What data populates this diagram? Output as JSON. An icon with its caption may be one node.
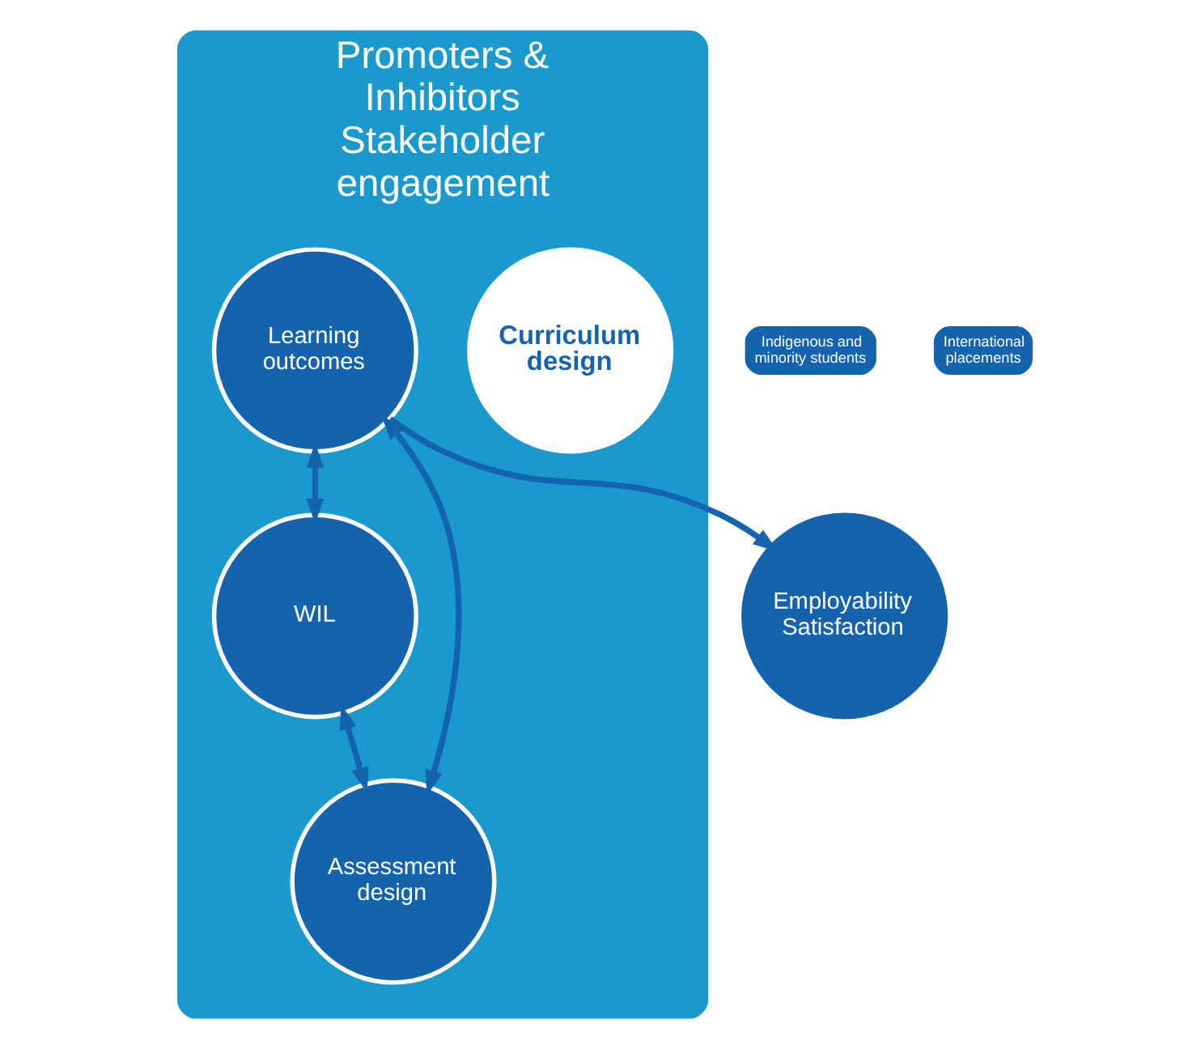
{
  "diagram": {
    "nodes": [
      {
        "text": [
          "Promoters & Inhibitors",
          "Stakeholder engagement"
        ]
      },
      {
        "text": [
          "Curriculum design"
        ],
        "in": 0
      },
      {
        "text": [
          "Learning outcomes"
        ],
        "in": 0
      },
      {
        "text": [
          "WIL"
        ],
        "in": 0
      },
      {
        "text": [
          "Assessment design"
        ],
        "in": 0
      },
      {
        "text": [
          "Employability Satisfaction"
        ]
      },
      {
        "text": [
          "Indigenous and minority students"
        ]
      },
      {
        "text": [
          "International placements"
        ]
      }
    ],
    "edges": [
      {
        "from": 2,
        "to": 5,
        "arrow": "to"
      },
      {
        "from": 2,
        "to": 3,
        "arrow": "both"
      },
      {
        "from": 2,
        "to": 4,
        "arrow": "both"
      },
      {
        "from": 3,
        "to": 4,
        "arrow": "both"
      }
    ]
  }
}
